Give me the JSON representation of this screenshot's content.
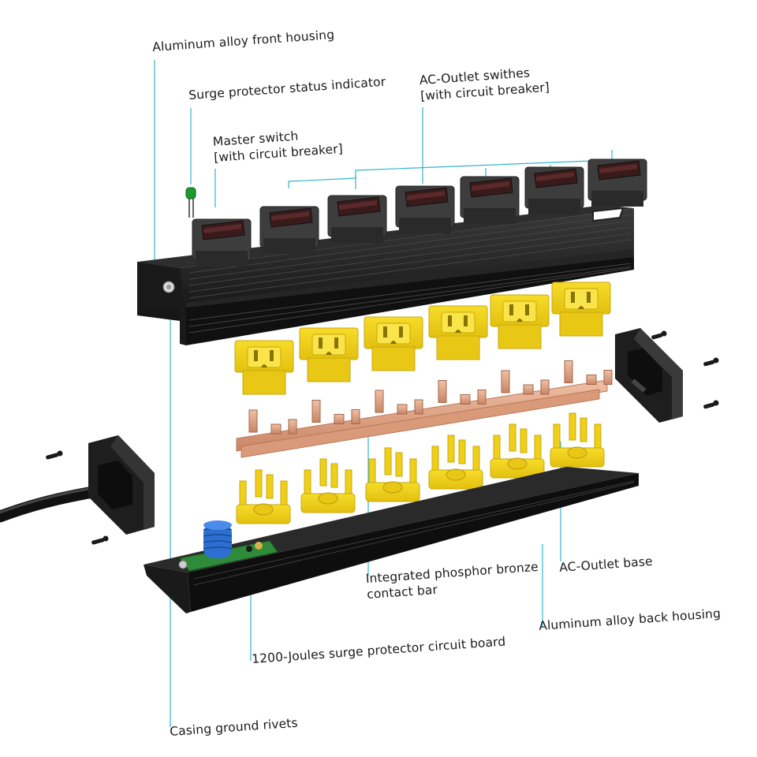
{
  "colors": {
    "leader_line": "#35b5c8",
    "housing": "#1c1c1c",
    "housing_edge": "#3a3a3a",
    "switch_body": "#3d3d3d",
    "rocker": "#3a1a1a",
    "outlet_yellow": "#f3d21a",
    "outlet_shadow": "#c9a90d",
    "copper": "#e3a888",
    "copper_dark": "#b9785a",
    "pcb": "#2f8a3a",
    "capacitor": "#2d6fd0",
    "cable": "#111111"
  },
  "labels": {
    "front_housing": "Aluminum alloy front housing",
    "status_indicator": "Surge protector status indicator",
    "outlet_switches_line1": "AC-Outlet swithes",
    "outlet_switches_line2": "[with circuit breaker]",
    "master_switch_line1": "Master switch",
    "master_switch_line2": "[with circuit breaker]",
    "contact_bar_line1": "Integrated phosphor bronze",
    "contact_bar_line2": "contact bar",
    "outlet_base": "AC-Outlet base",
    "back_housing": "Aluminum alloy back housing",
    "circuit_board": "1200-Joules surge protector circuit board",
    "ground_rivets": "Casing ground rivets"
  },
  "icons": [
    "rocker-switch-icon",
    "outlet-receptacle-icon",
    "screw-icon",
    "led-indicator-icon",
    "power-cable-icon"
  ]
}
